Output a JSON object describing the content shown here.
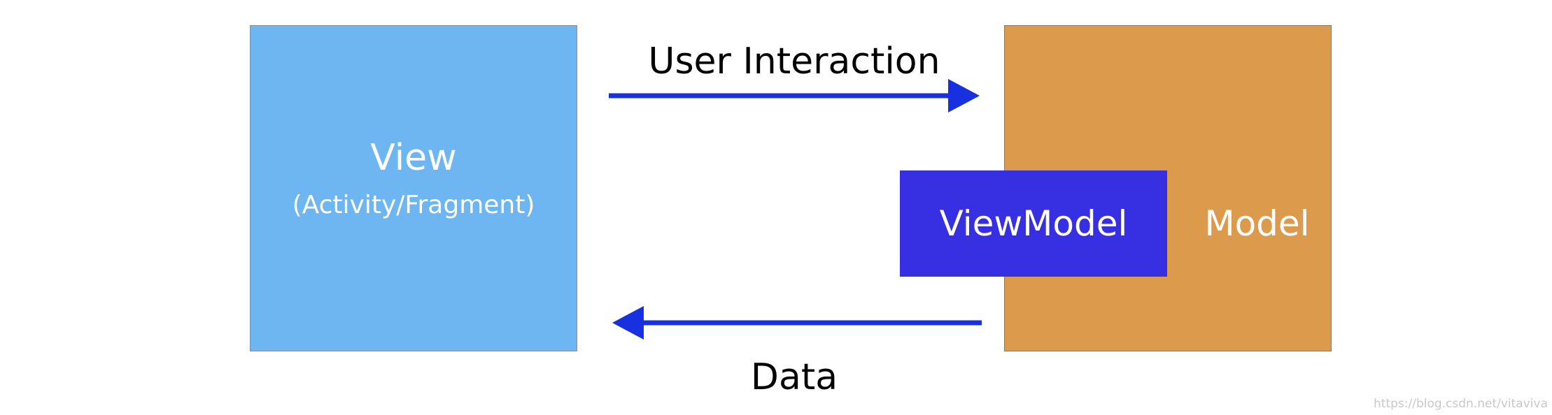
{
  "diagram": {
    "view": {
      "title": "View",
      "subtitle": "(Activity/Fragment)"
    },
    "viewmodel": {
      "label": "ViewModel"
    },
    "model": {
      "label": "Model"
    },
    "arrows": {
      "top_label": "User Interaction",
      "bottom_label": "Data"
    }
  },
  "watermark": "https://blog.csdn.net/vitaviva",
  "colors": {
    "view_fill": "#6db6f2",
    "model_fill": "#dc9a4c",
    "viewmodel_fill": "#3730e2",
    "arrow": "#1730e0",
    "label_text": "#ffffff",
    "arrow_text": "#000000"
  }
}
